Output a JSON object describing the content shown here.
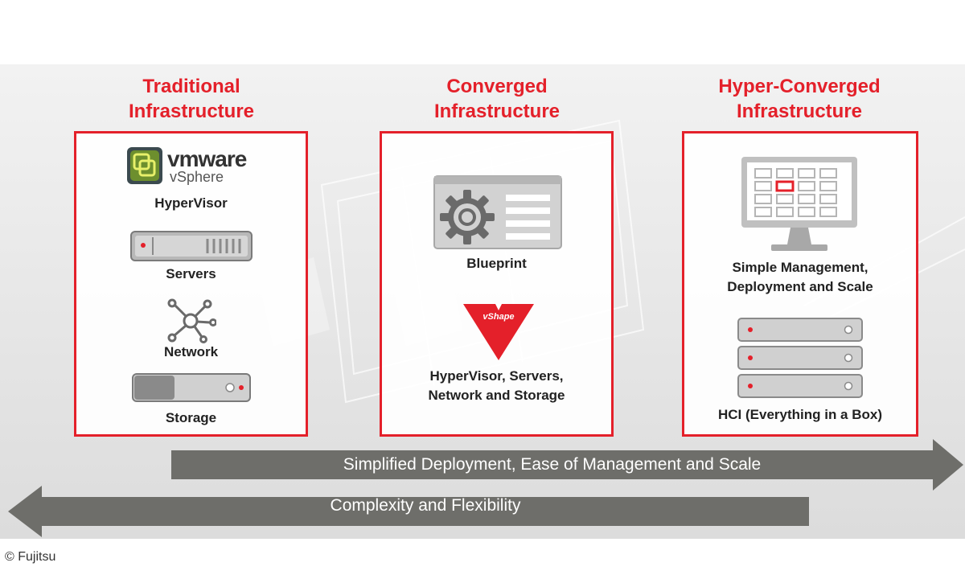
{
  "columns": [
    {
      "title_line1": "Traditional",
      "title_line2": "Infrastructure",
      "logo": {
        "brand": "vmware",
        "product": "vSphere",
        "icon": "vsphere-logo-icon"
      },
      "items": [
        {
          "label": "HyperVisor"
        },
        {
          "label": "Servers",
          "icon": "server-icon"
        },
        {
          "label": "Network",
          "icon": "network-hub-icon"
        },
        {
          "label": "Storage",
          "icon": "storage-drive-icon"
        }
      ]
    },
    {
      "title_line1": "Converged",
      "title_line2": "Infrastructure",
      "items": [
        {
          "label": "Blueprint",
          "icon": "gear-window-icon"
        },
        {
          "label_line1": "HyperVisor, Servers,",
          "label_line2": "Network and Storage",
          "badge": "vShape",
          "icon": "vshape-triangle-icon"
        }
      ]
    },
    {
      "title_line1": "Hyper-Converged",
      "title_line2": "Infrastructure",
      "items": [
        {
          "label_line1": "Simple Management,",
          "label_line2": "Deployment and Scale",
          "icon": "monitor-grid-icon"
        },
        {
          "label": "HCI (Everything in a Box)",
          "icon": "server-stack-icon"
        }
      ]
    }
  ],
  "arrows": {
    "right": "Simplified Deployment, Ease of Management and Scale",
    "left": "Complexity and Flexibility"
  },
  "copyright": "© Fujitsu",
  "colors": {
    "accent": "#e4202a",
    "arrow": "#6e6e6a",
    "device": "#c8c8c8"
  }
}
